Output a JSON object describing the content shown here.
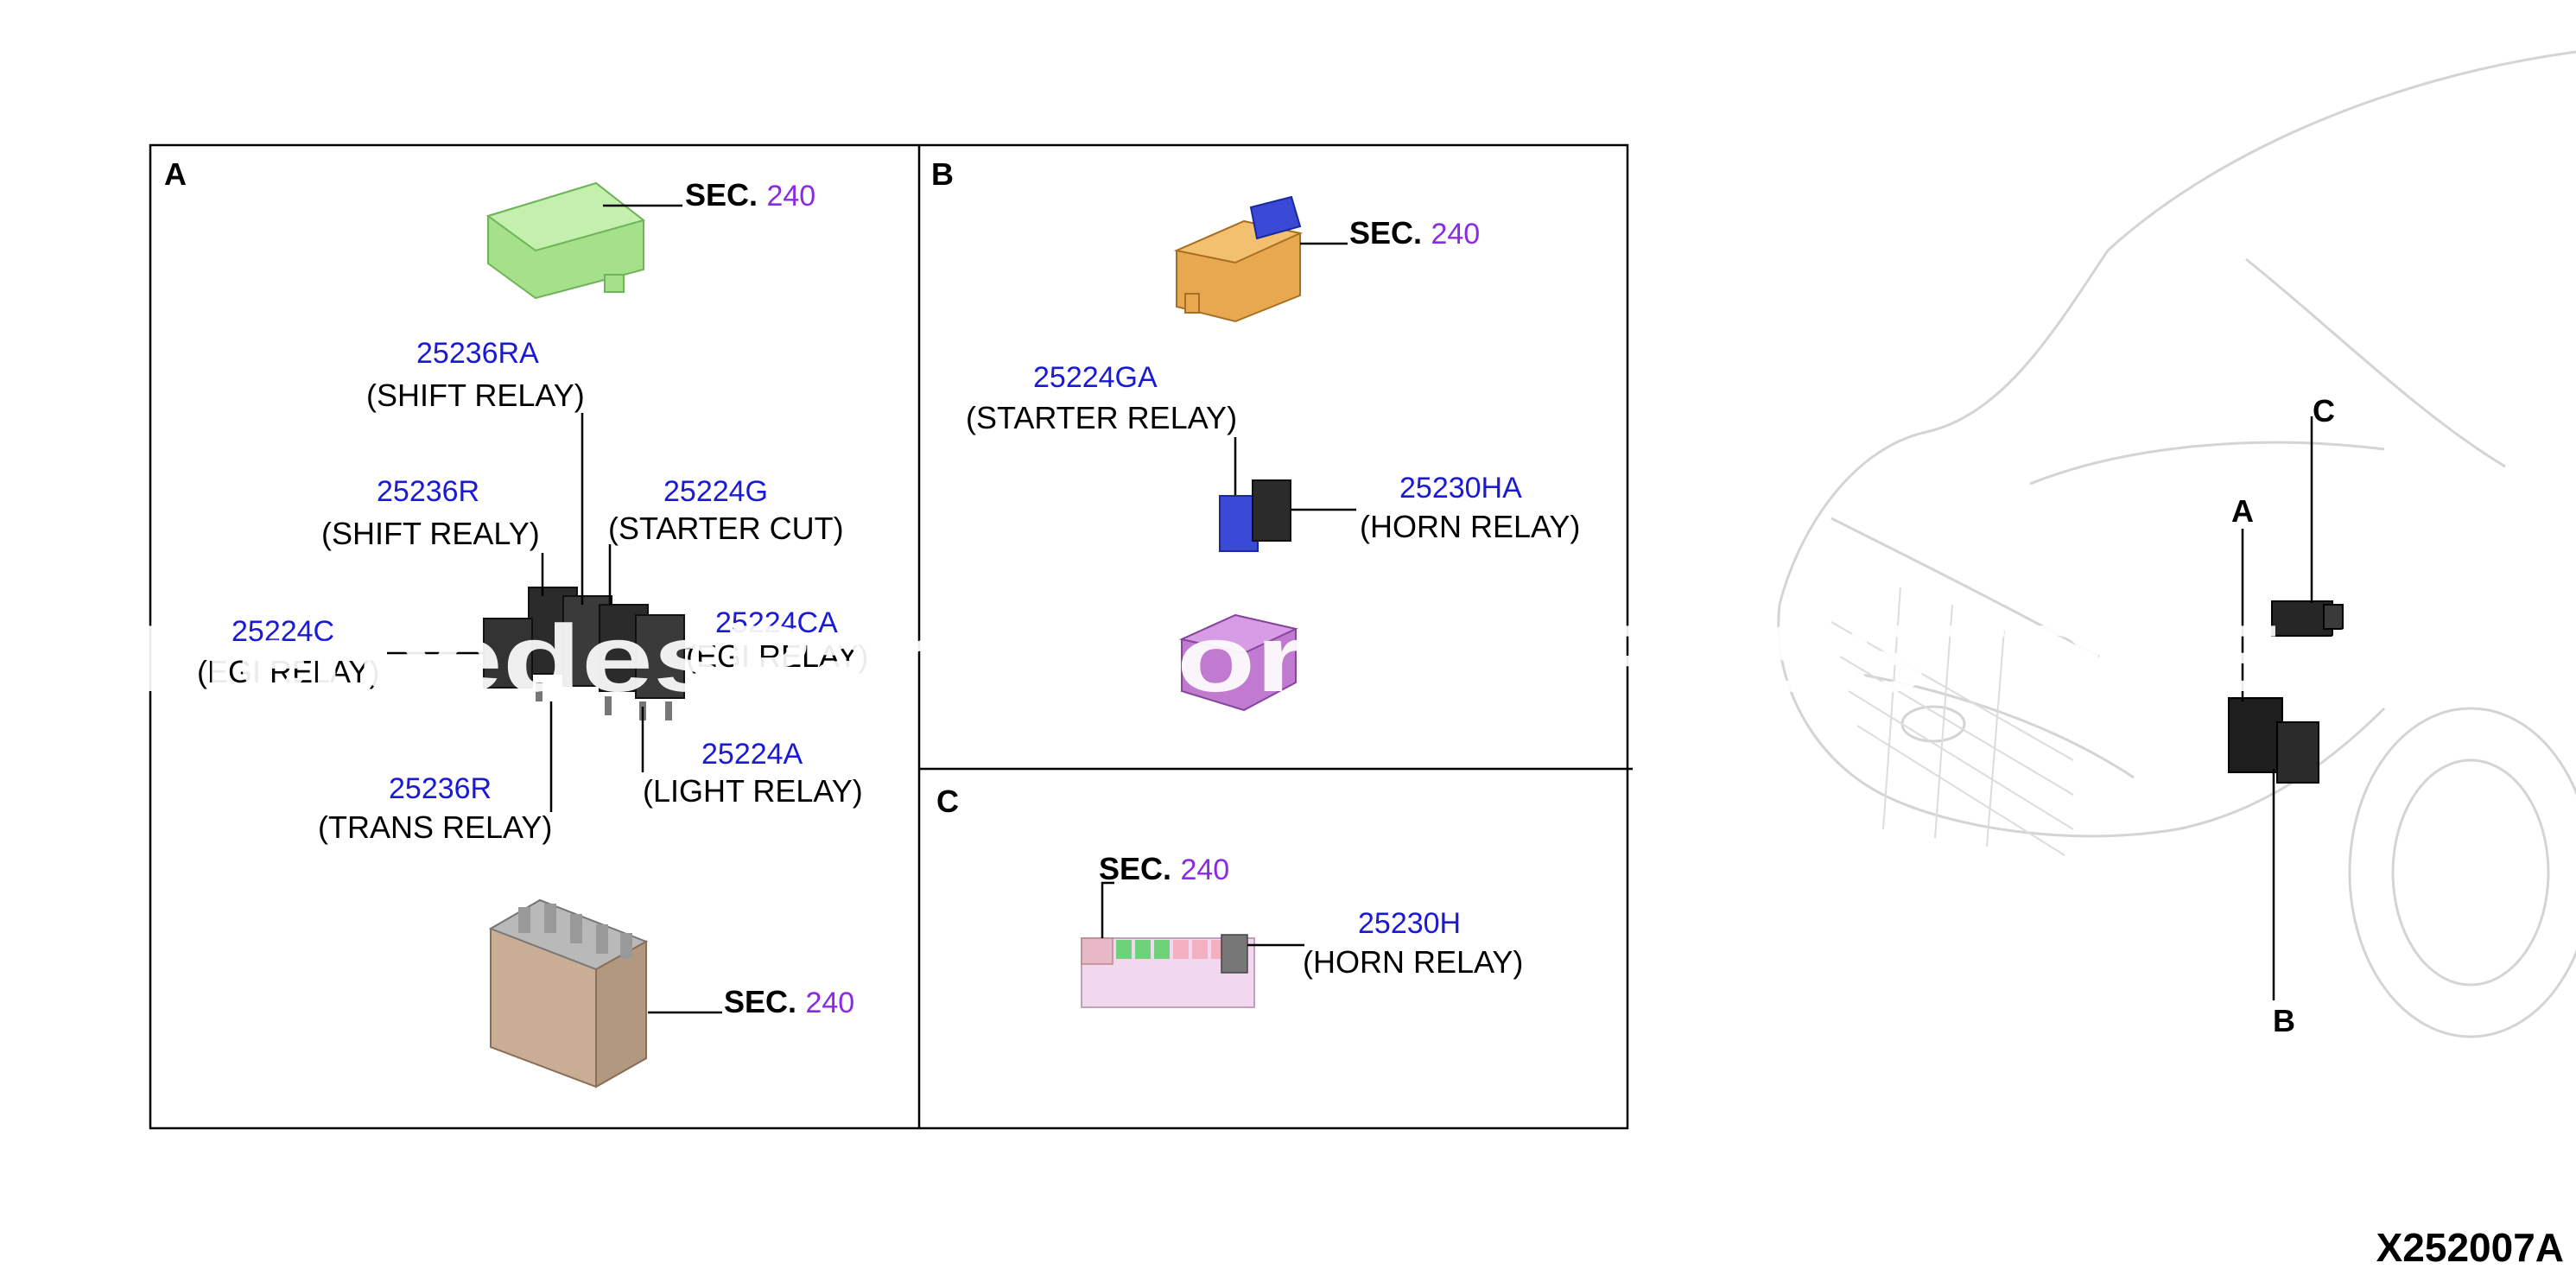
{
  "panels": {
    "a": {
      "letter": "A"
    },
    "b": {
      "letter": "B"
    },
    "c": {
      "letter": "C"
    }
  },
  "sec_labels": {
    "a_top": {
      "prefix": "SEC.",
      "num": "240"
    },
    "a_bottom": {
      "prefix": "SEC.",
      "num": "240"
    },
    "b_top": {
      "prefix": "SEC.",
      "num": "240"
    },
    "c_top": {
      "prefix": "SEC.",
      "num": "240"
    }
  },
  "parts": {
    "p25236RA": {
      "number": "25236RA",
      "name": "(SHIFT RELAY)"
    },
    "p25236R_shift": {
      "number": "25236R",
      "name": "(SHIFT REALY)"
    },
    "p25224G": {
      "number": "25224G",
      "name": "(STARTER CUT)"
    },
    "p25224C": {
      "number": "25224C",
      "name": "(EGI RELAY)"
    },
    "p25224CA": {
      "number": "25224CA",
      "name": "(EGI RELAY)"
    },
    "p25224A": {
      "number": "25224A",
      "name": "(LIGHT RELAY)"
    },
    "p25236R_trans": {
      "number": "25236R",
      "name": "(TRANS RELAY)"
    },
    "p25224GA": {
      "number": "25224GA",
      "name": "(STARTER RELAY)"
    },
    "p25230HA": {
      "number": "25230HA",
      "name": "(HORN RELAY)"
    },
    "p25230H": {
      "number": "25230H",
      "name": "(HORN RELAY)"
    }
  },
  "vehicle_callouts": {
    "a": "A",
    "b": "B",
    "c": "C"
  },
  "diagram_code": "X252007A",
  "watermark": "MercedesPartsStore PARTSSTORE.CA",
  "colors": {
    "part_number": "#1a1ad6",
    "sec_number": "#8a2be2",
    "fuse_box_green": "#a5e08a",
    "fuse_box_orange": "#e8a850",
    "relay_blue": "#3a49d6",
    "relay_black": "#2b2b2b",
    "relay_purple": "#c07ad0",
    "fuse_box_tan": "#c9ad95"
  }
}
